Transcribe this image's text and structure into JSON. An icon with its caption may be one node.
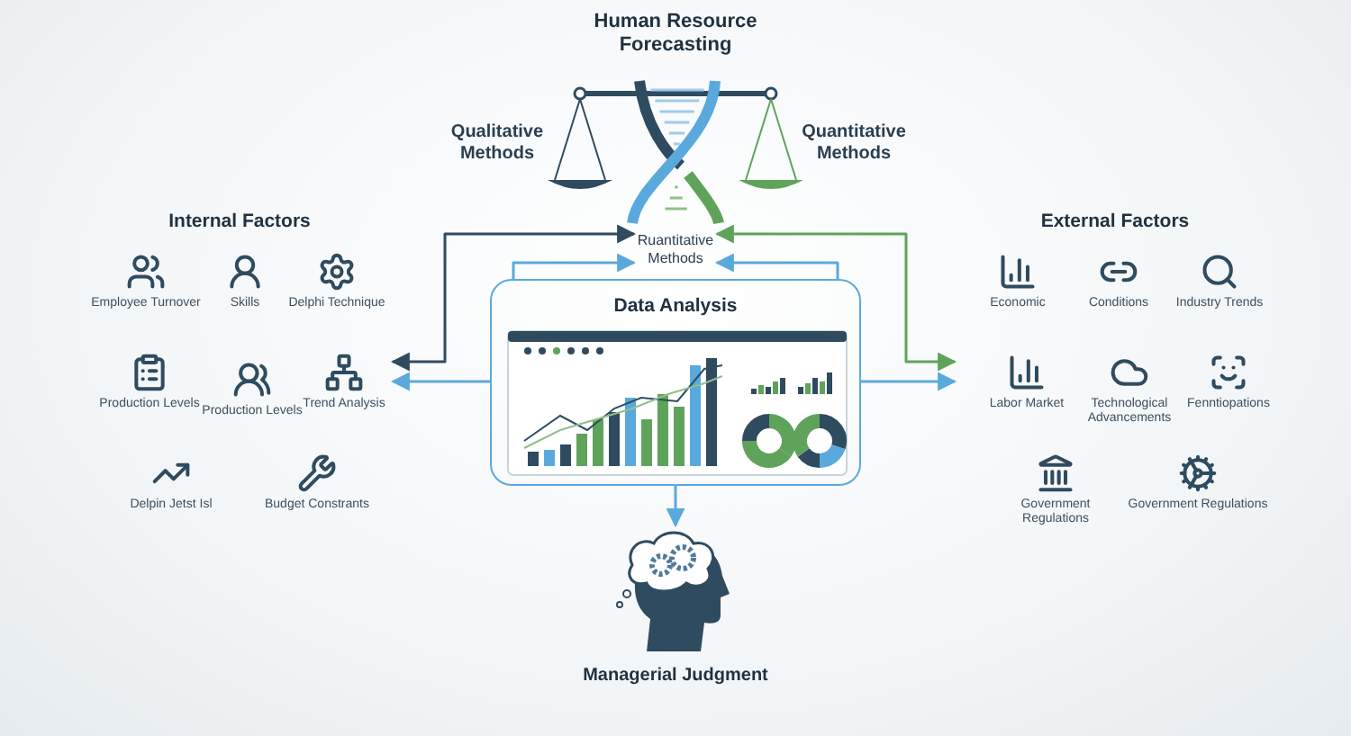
{
  "diagram": {
    "title": "Human Resource Forecasting",
    "nodes": [
      {
        "text": [
          "Ruantitative Methods"
        ]
      },
      {
        "text": [
          "Internal Factors"
        ]
      },
      {
        "text": [
          "Employee Turnover"
        ],
        "in": 1
      },
      {
        "text": [
          "Skills"
        ],
        "in": 1
      },
      {
        "text": [
          "Delphi Technique"
        ],
        "in": 1
      },
      {
        "text": [
          "Production Levels"
        ],
        "in": 1
      },
      {
        "text": [
          "Production Levels"
        ],
        "in": 1
      },
      {
        "text": [
          "Trend Analysis"
        ],
        "in": 1
      },
      {
        "text": [
          "Delpin Jetst Isl"
        ],
        "in": 1
      },
      {
        "text": [
          "Budget Constrants"
        ],
        "in": 1
      },
      {
        "text": [
          "External Factors"
        ]
      },
      {
        "text": [
          "Economic"
        ],
        "in": 10
      },
      {
        "text": [
          "Conditions"
        ],
        "in": 10
      },
      {
        "text": [
          "Industry Trends"
        ],
        "in": 10
      },
      {
        "text": [
          "Labor Market"
        ],
        "in": 10
      },
      {
        "text": [
          "Technological Advancements"
        ],
        "in": 10
      },
      {
        "text": [
          "Fenntiopations"
        ],
        "in": 10
      },
      {
        "text": [
          "Government Regulations"
        ],
        "in": 10
      },
      {
        "text": [
          "Government Regulations"
        ],
        "in": 10
      },
      {
        "text": [
          "Data Analysis"
        ]
      },
      {
        "text": [
          "Managerial Judgment"
        ]
      }
    ],
    "edges": [
      {
        "from": 1,
        "to": 0,
        "arrow": "both",
        "color": "#2f4b5f"
      },
      {
        "from": 19,
        "to": 1,
        "arrow": "to"
      },
      {
        "from": 19,
        "to": 0,
        "arrow": "to"
      },
      {
        "from": 10,
        "to": 0,
        "arrow": "both",
        "color": "#5fa35a"
      },
      {
        "from": 19,
        "to": 0,
        "arrow": "to"
      },
      {
        "from": 19,
        "to": 10,
        "arrow": "to"
      },
      {
        "from": 19,
        "to": 20,
        "arrow": "to"
      }
    ],
    "labels": [
      "Qualitative Methods",
      "Quantitative Methods"
    ]
  }
}
